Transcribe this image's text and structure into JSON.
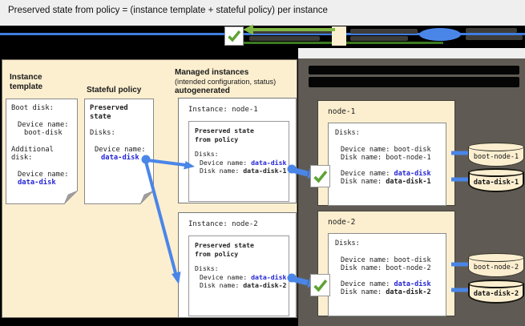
{
  "title": "Preserved state from policy = (instance template + stateful policy) per instance",
  "left": {
    "instance_template_heading": "Instance template",
    "stateful_policy_heading": "Stateful policy",
    "template_card": {
      "boot_disk": "Boot disk:",
      "device_label1": "Device name:",
      "boot_device": "boot-disk",
      "additional1": "Additional",
      "additional2": "disk:",
      "device_label2": "Device name:",
      "data_device": "data-disk"
    },
    "policy_card": {
      "title1": "Preserved",
      "title2": "state",
      "disks": "Disks:",
      "device_label": "Device name:",
      "device_value": "data-disk"
    },
    "managed_heading1": "Managed instances",
    "managed_heading2": "(intended configuration, status)",
    "managed_heading3": "autogenerated",
    "instances": [
      {
        "title": "Instance: node-1",
        "ps1": "Preserved state",
        "ps2": "from policy",
        "disks": "Disks:",
        "device_label": "Device name: ",
        "device_value": "data-disk",
        "disk_label": "Disk name: ",
        "disk_value": "data-disk-1"
      },
      {
        "title": "Instance: node-2",
        "ps1": "Preserved state",
        "ps2": "from policy",
        "disks": "Disks:",
        "device_label": "Device name: ",
        "device_value": "data-disk",
        "disk_label": "Disk name: ",
        "disk_value": "data-disk-2"
      }
    ]
  },
  "right": {
    "nodes": [
      {
        "name": "node-1",
        "disks": "Disks:",
        "boot_device_label": "Device name: ",
        "boot_device": "boot-disk",
        "boot_disk_label": "Disk name: ",
        "boot_disk": "boot-node-1",
        "data_device_label": "Device name: ",
        "data_device": "data-disk",
        "data_disk_label": "Disk name: ",
        "data_disk": "data-disk-1",
        "cyl_boot": "boot-node-1",
        "cyl_data": "data-disk-1"
      },
      {
        "name": "node-2",
        "disks": "Disks:",
        "boot_device_label": "Device name: ",
        "boot_device": "boot-disk",
        "boot_disk_label": "Disk name: ",
        "boot_disk": "boot-node-2",
        "data_device_label": "Device name: ",
        "data_device": "data-disk",
        "data_disk_label": "Disk name: ",
        "data_disk": "data-disk-2",
        "cyl_boot": "boot-node-2",
        "cyl_data": "data-disk-2"
      }
    ]
  },
  "colors": {
    "accent_blue": "#4a86e8",
    "link_blue": "#2424d6",
    "check_green": "#5da334",
    "legend_green": "#82b842",
    "underline_green": "#3d7a1f",
    "panel_beige": "#fcefd0",
    "panel_gray": "#5f5b54",
    "band_black": "#000000"
  }
}
